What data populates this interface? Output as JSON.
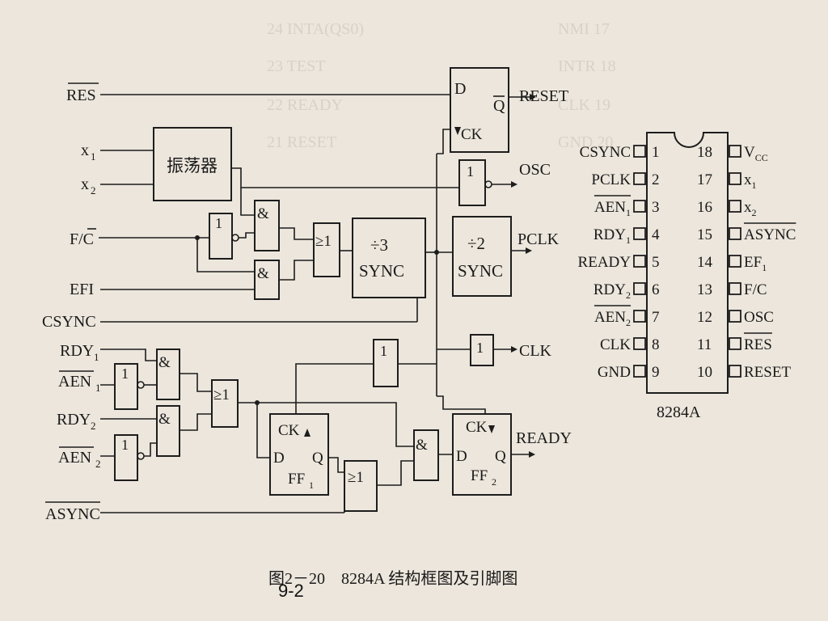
{
  "caption": "图2－20　8284A 结构框图及引脚图",
  "page_number": "9-2",
  "block_diagram": {
    "inputs": {
      "res": "RES",
      "x1": "x",
      "x1_sub": "1",
      "x2": "x",
      "x2_sub": "2",
      "fc": "F/C",
      "efi": "EFI",
      "csync": "CSYNC",
      "rdy1": "RDY",
      "rdy1_sub": "1",
      "aen1": "AEN",
      "aen1_sub": "1",
      "rdy2": "RDY",
      "rdy2_sub": "2",
      "aen2": "AEN",
      "aen2_sub": "2",
      "async": "ASYNC"
    },
    "outputs": {
      "reset": "RESET",
      "osc": "OSC",
      "pclk": "PCLK",
      "clk": "CLK",
      "ready": "READY"
    },
    "blocks": {
      "oscillator": "振荡器",
      "div3_top": "÷3",
      "div3_bottom": "SYNC",
      "div2_top": "÷2",
      "div2_bottom": "SYNC",
      "and": "&",
      "or": "≥1",
      "buffer": "1",
      "d": "D",
      "q": "Q",
      "qbar": "Q",
      "ck": "CK",
      "ff": "FF",
      "ff1_sub": "1",
      "ff2_sub": "2"
    }
  },
  "chip": {
    "name": "8284A",
    "left_pins": [
      {
        "num": "1",
        "label": "CSYNC",
        "sub": "",
        "overline": false
      },
      {
        "num": "2",
        "label": "PCLK",
        "sub": "",
        "overline": false
      },
      {
        "num": "3",
        "label": "AEN",
        "sub": "1",
        "overline": true
      },
      {
        "num": "4",
        "label": "RDY",
        "sub": "1",
        "overline": false
      },
      {
        "num": "5",
        "label": "READY",
        "sub": "",
        "overline": false
      },
      {
        "num": "6",
        "label": "RDY",
        "sub": "2",
        "overline": false
      },
      {
        "num": "7",
        "label": "AEN",
        "sub": "2",
        "overline": true
      },
      {
        "num": "8",
        "label": "CLK",
        "sub": "",
        "overline": false
      },
      {
        "num": "9",
        "label": "GND",
        "sub": "",
        "overline": false
      }
    ],
    "right_pins": [
      {
        "num": "18",
        "label": "V",
        "sub": "CC",
        "overline": false
      },
      {
        "num": "17",
        "label": "x",
        "sub": "1",
        "overline": false
      },
      {
        "num": "16",
        "label": "x",
        "sub": "2",
        "overline": false
      },
      {
        "num": "15",
        "label": "ASYNC",
        "sub": "",
        "overline": true
      },
      {
        "num": "14",
        "label": "EF",
        "sub": "1",
        "overline": false
      },
      {
        "num": "13",
        "label": "F/C",
        "sub": "",
        "overline": false
      },
      {
        "num": "12",
        "label": "OSC",
        "sub": "",
        "overline": false
      },
      {
        "num": "11",
        "label": "RES",
        "sub": "",
        "overline": true
      },
      {
        "num": "10",
        "label": "RESET",
        "sub": "",
        "overline": false
      }
    ]
  }
}
